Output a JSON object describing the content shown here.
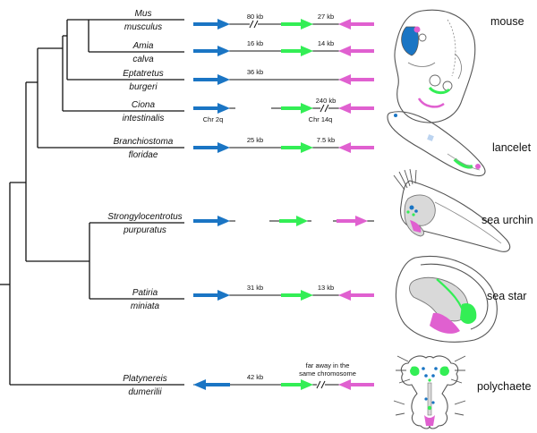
{
  "species": [
    {
      "genus": "Mus",
      "epithet": "musculus"
    },
    {
      "genus": "Amia",
      "epithet": "calva"
    },
    {
      "genus": "Eptatretus",
      "epithet": "burgeri"
    },
    {
      "genus": "Ciona",
      "epithet": "intestinalis"
    },
    {
      "genus": "Branchiostoma",
      "epithet": "floridae"
    },
    {
      "genus": "Strongylocentrotus",
      "epithet": "purpuratus"
    },
    {
      "genus": "Patiria",
      "epithet": "miniata"
    },
    {
      "genus": "Platynereis",
      "epithet": "dumerilii"
    }
  ],
  "distances": {
    "mus_1": "80 kb",
    "mus_2": "27 kb",
    "amia_1": "16 kb",
    "amia_2": "14 kb",
    "eptatretus_1": "36 kb",
    "ciona_2": "240 kb",
    "branchiostoma_1": "25 kb",
    "branchiostoma_2": "7.5 kb",
    "patiria_1": "31 kb",
    "patiria_2": "13 kb",
    "platynereis_1": "42 kb",
    "platynereis_note_1": "far away in the",
    "platynereis_note_2": "same chromosome"
  },
  "chromosomes": {
    "ciona_left": "Chr 2q",
    "ciona_right": "Chr 14q"
  },
  "common_names": {
    "mouse": "mouse",
    "lancelet": "lancelet",
    "sea_urchin": "sea urchin",
    "sea_star": "sea star",
    "polychaete": "polychaete"
  },
  "colors": {
    "blue": "#1a75c4",
    "green": "#33ee55",
    "magenta": "#e060d0",
    "grey": "#d9d9d9",
    "line": "#111111"
  }
}
